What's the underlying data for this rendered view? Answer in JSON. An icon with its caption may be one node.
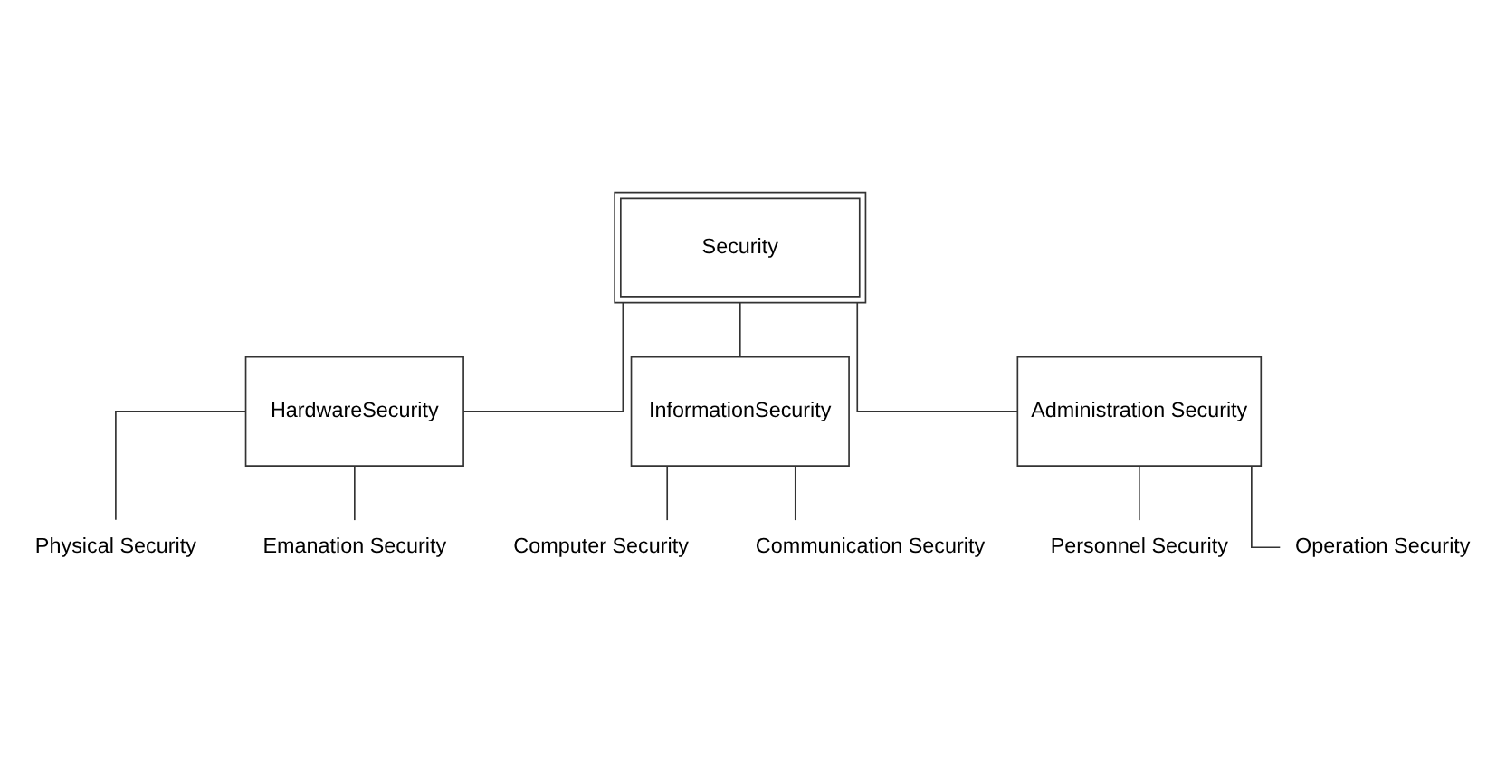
{
  "diagram": {
    "nodes": [
      {
        "text": [
          "Security"
        ]
      },
      {
        "text": [
          "HardwareSecurity"
        ]
      },
      {
        "text": [
          "InformationSecurity"
        ]
      },
      {
        "text": [
          "Administration Security"
        ]
      },
      {
        "text": [
          "Physical Security"
        ]
      },
      {
        "text": [
          "Emanation Security"
        ]
      },
      {
        "text": [
          "Computer Security"
        ]
      },
      {
        "text": [
          "Communication Security"
        ]
      },
      {
        "text": [
          "Personnel Security"
        ]
      },
      {
        "text": [
          "Operation Security"
        ]
      }
    ],
    "edges": [
      {
        "from": 0,
        "to": 1,
        "arrow": "none"
      },
      {
        "from": 0,
        "to": 2,
        "arrow": "none"
      },
      {
        "from": 0,
        "to": 3,
        "arrow": "none"
      },
      {
        "from": 1,
        "to": 4,
        "arrow": "none"
      },
      {
        "from": 1,
        "to": 5,
        "arrow": "none"
      },
      {
        "from": 2,
        "to": 6,
        "arrow": "none"
      },
      {
        "from": 2,
        "to": 7,
        "arrow": "none"
      },
      {
        "from": 3,
        "to": 8,
        "arrow": "none"
      },
      {
        "from": 3,
        "to": 9,
        "arrow": "none"
      }
    ]
  }
}
